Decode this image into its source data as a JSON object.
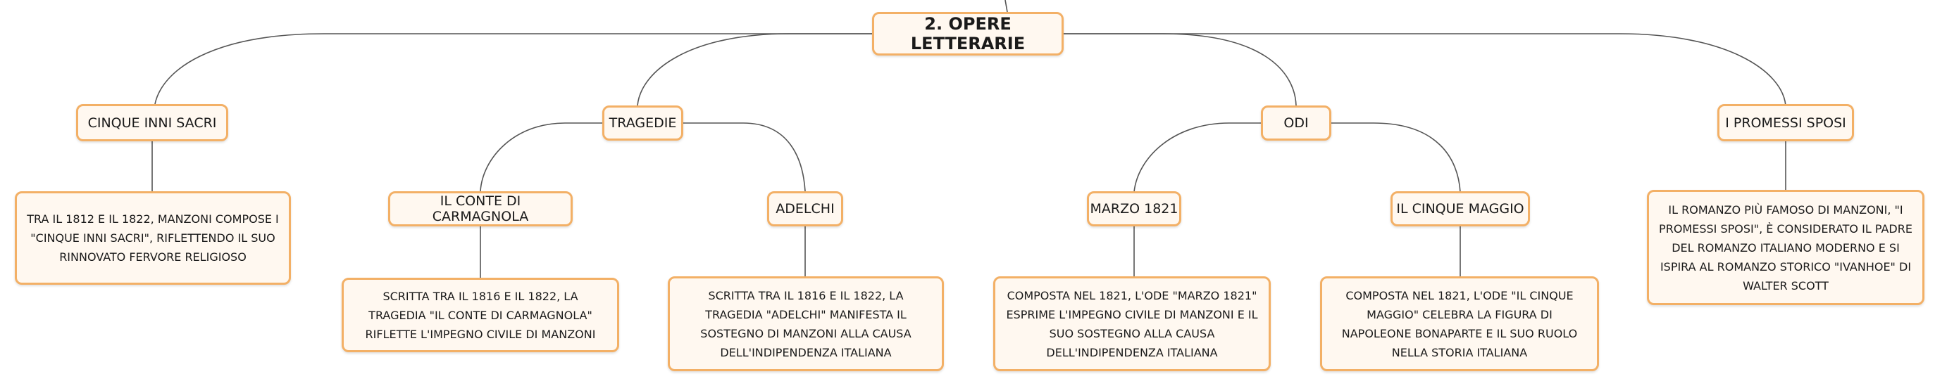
{
  "root": {
    "label": "2. OPERE LETTERARIE"
  },
  "branches": {
    "inni": {
      "label": "CINQUE INNI SACRI",
      "desc": "TRA IL 1812 E IL 1822, MANZONI COMPOSE I \"CINQUE INNI SACRI\", RIFLETTENDO IL SUO RINNOVATO FERVORE RELIGIOSO"
    },
    "tragedie": {
      "label": "TRAGEDIE",
      "carmagnola": {
        "label": "IL CONTE DI CARMAGNOLA",
        "desc": "SCRITTA TRA IL 1816 E IL 1822, LA TRAGEDIA \"IL CONTE DI CARMAGNOLA\" RIFLETTE L'IMPEGNO CIVILE DI MANZONI"
      },
      "adelchi": {
        "label": "ADELCHI",
        "desc": "SCRITTA TRA IL 1816 E IL 1822, LA TRAGEDIA \"ADELCHI\" MANIFESTA IL SOSTEGNO DI MANZONI ALLA CAUSA DELL'INDIPENDENZA ITALIANA"
      }
    },
    "odi": {
      "label": "ODI",
      "marzo": {
        "label": "MARZO 1821",
        "desc": "COMPOSTA NEL 1821, L'ODE \"MARZO 1821\" ESPRIME L'IMPEGNO CIVILE DI MANZONI E IL SUO SOSTEGNO ALLA CAUSA DELL'INDIPENDENZA ITALIANA"
      },
      "maggio": {
        "label": "IL CINQUE MAGGIO",
        "desc": "COMPOSTA NEL 1821, L'ODE \"IL CINQUE MAGGIO\" CELEBRA LA FIGURA DI NAPOLEONE BONAPARTE E IL SUO RUOLO NELLA STORIA ITALIANA"
      }
    },
    "promessi": {
      "label": "I PROMESSI SPOSI",
      "desc": "IL ROMANZO PIÙ FAMOSO DI MANZONI, \"I PROMESSI SPOSI\", È CONSIDERATO IL PADRE DEL ROMANZO ITALIANO MODERNO E SI ISPIRA AL ROMANZO STORICO \"IVANHOE\" DI WALTER SCOTT"
    }
  },
  "colors": {
    "border": "#f3b066",
    "fill": "#fff8f0",
    "line": "#555555"
  }
}
